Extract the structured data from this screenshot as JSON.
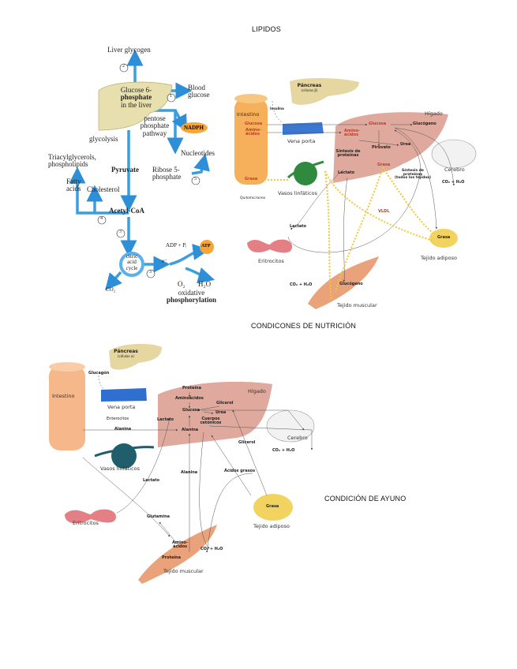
{
  "titles": {
    "lipidos": "LIPIDOS",
    "nutricion": "CONDICONES DE NUTRICIÓN",
    "ayuno": "CONDICIÓN DE AYUNO"
  },
  "diagram1": {
    "liver_glycogen": "Liver glycogen",
    "glucose6p": "Glucose 6-",
    "glucose6p_2": "phosphate",
    "glucose6p_3": "in the liver",
    "blood_glucose": "Blood",
    "blood_glucose_2": "glucose",
    "pentose": "pentose",
    "pentose_2": "phosphate",
    "pentose_3": "pathway",
    "nadph": "NADPH",
    "glycolysis": "glycolysis",
    "nucleotides": "Nucleotides",
    "triacyl": "Triacylglycerols,",
    "triacyl_2": "phospholipids",
    "pyruvate": "Pyruvate",
    "ribose": "Ribose 5-",
    "ribose_2": "phosphate",
    "fatty": "Fatty",
    "fatty_2": "acids",
    "cholesterol": "Cholesterol",
    "acetyl": "Acetyl-CoA",
    "citric": "citric",
    "citric_2": "acid",
    "citric_3": "cycle",
    "e": "e⁻",
    "co2": "CO₂",
    "adp": "ADP + Pᵢ",
    "atp": "ATP",
    "o2": "O₂",
    "h2o": "H₂O",
    "oxphos": "oxidative",
    "oxphos_2": "phosphorylation",
    "steps": [
      "1",
      "2",
      "3",
      "3",
      "4",
      "5"
    ]
  },
  "diagram2": {
    "pancreas": "Páncreas",
    "pancreas_cells": "(células β)",
    "insulina": "Insulina",
    "intestino": "Intestino",
    "glucosa_int": "Glucosa",
    "amino_int": "Amino-",
    "amino_int_2": "ácidos",
    "grasa_int": "Grasa",
    "vena_porta": "Vena porta",
    "higado": "Hígado",
    "glucosa": "Glucosa",
    "glucogeno": "Glucógeno",
    "amino": "Amino-",
    "amino_2": "ácidos",
    "urea": "Urea",
    "piruvato": "Piruvato",
    "sintesis": "Síntesis de",
    "sintesis_2": "proteínas",
    "grasa_liver": "Grasa",
    "lactato_liver": "Lactato",
    "cerebro": "Cerebro",
    "sintesis_all": "Síntesis de",
    "sintesis_all_2": "proteínas",
    "sintesis_all_3": "(todos los tejidos)",
    "co2_brain": "CO₂ + H₂O",
    "vasos": "Vasos linfáticos",
    "quilomicrones": "Quilomicrones",
    "vldl": "VLDL",
    "lactato": "Lactato",
    "grasa_adip": "Grasa",
    "tejido_adiposo": "Tejido adiposo",
    "eritrocitos": "Eritrocitos",
    "co2_muscle": "CO₂ + H₂O",
    "glucogeno_muscle": "Glucógeno",
    "tejido_muscular": "Tejido muscular"
  },
  "diagram3": {
    "pancreas": "Páncreas",
    "pancreas_cells": "(células α)",
    "glucagon": "Glucagón",
    "intestino": "Intestino",
    "vena_porta": "Vena porta",
    "enterocitos": "Enterocitos",
    "alanina_int": "Alanina",
    "vasos": "Vasos linfáticos",
    "higado": "Hígado",
    "proteina": "Proteína",
    "aminoacidos": "Aminoácidos",
    "glicerol_liver": "Glicerol",
    "glucosa": "Glucosa",
    "urea": "Urea",
    "lactato_liver": "Lactato",
    "cuerpos": "Cuerpos",
    "cuerpos_2": "cetónicos",
    "alanina_liver": "Alanina",
    "cerebro": "Cerebro",
    "co2_brain": "CO₂ + H₂O",
    "glicerol": "Glicerol",
    "alanina": "Alanina",
    "acidos": "Ácidos grasos",
    "lactato": "Lactato",
    "grasa": "Grasa",
    "tejido_adiposo": "Tejido adiposo",
    "eritrocitos": "Eritrocitos",
    "glutamina": "Glutamina",
    "amino_muscle": "Amino-",
    "amino_muscle_2": "ácidos",
    "proteina_muscle": "Proteína",
    "co2_muscle": "CO₂ + H₂O",
    "tejido_muscular": "Tejido muscular"
  },
  "colors": {
    "arrow_blue": "#3a9ee0",
    "liver_tan": "#e8dfae",
    "liver_pink": "#d99a8c",
    "orange": "#f5a63a",
    "fat_yellow": "#f3d360",
    "erythro": "#e57f86"
  }
}
